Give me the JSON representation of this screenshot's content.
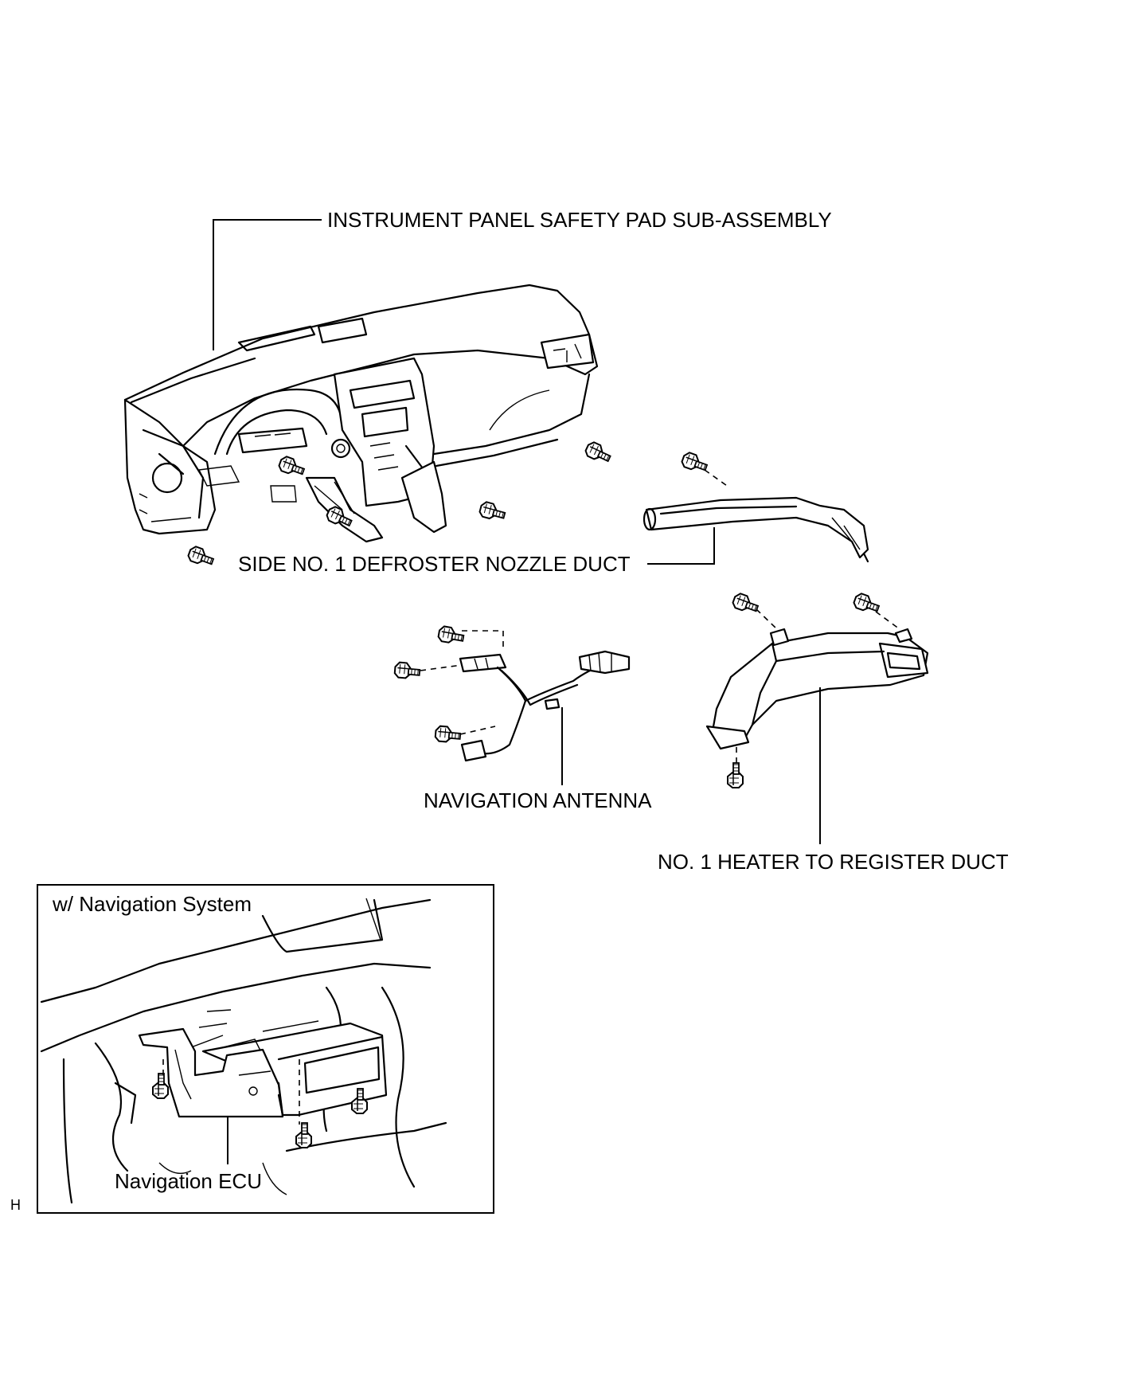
{
  "labels": {
    "safety_pad": "INSTRUMENT PANEL SAFETY PAD SUB-ASSEMBLY",
    "defroster_duct": "SIDE NO. 1 DEFROSTER NOZZLE DUCT",
    "nav_antenna": "NAVIGATION ANTENNA",
    "heater_duct": "NO. 1 HEATER TO REGISTER DUCT",
    "inset_title": "w/ Navigation System",
    "nav_ecu": "Navigation ECU",
    "corner_mark": "H"
  }
}
